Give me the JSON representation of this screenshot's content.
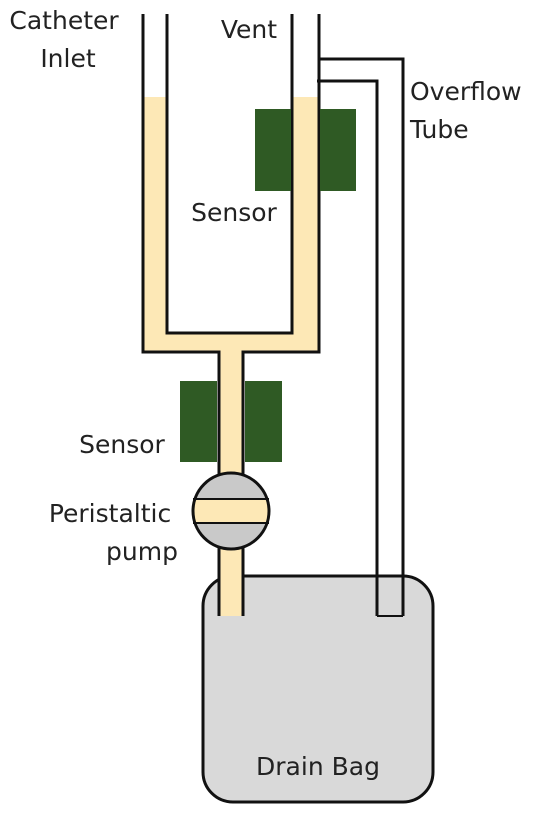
{
  "labels": {
    "catheter_inlet": [
      "Catheter",
      "Inlet"
    ],
    "vent": "Vent",
    "overflow_tube": [
      "Overflow",
      "Tube"
    ],
    "sensor_upper": "Sensor",
    "sensor_lower": "Sensor",
    "peristaltic_pump": [
      "Peristaltic",
      "pump"
    ],
    "drain_bag": "Drain Bag"
  },
  "colors": {
    "fluid": "#fde8b6",
    "sensor": "#2f5a24",
    "bag": "#d9d9d9",
    "pump": "#c9c9c9",
    "outline": "#111111",
    "background": "#ffffff"
  }
}
